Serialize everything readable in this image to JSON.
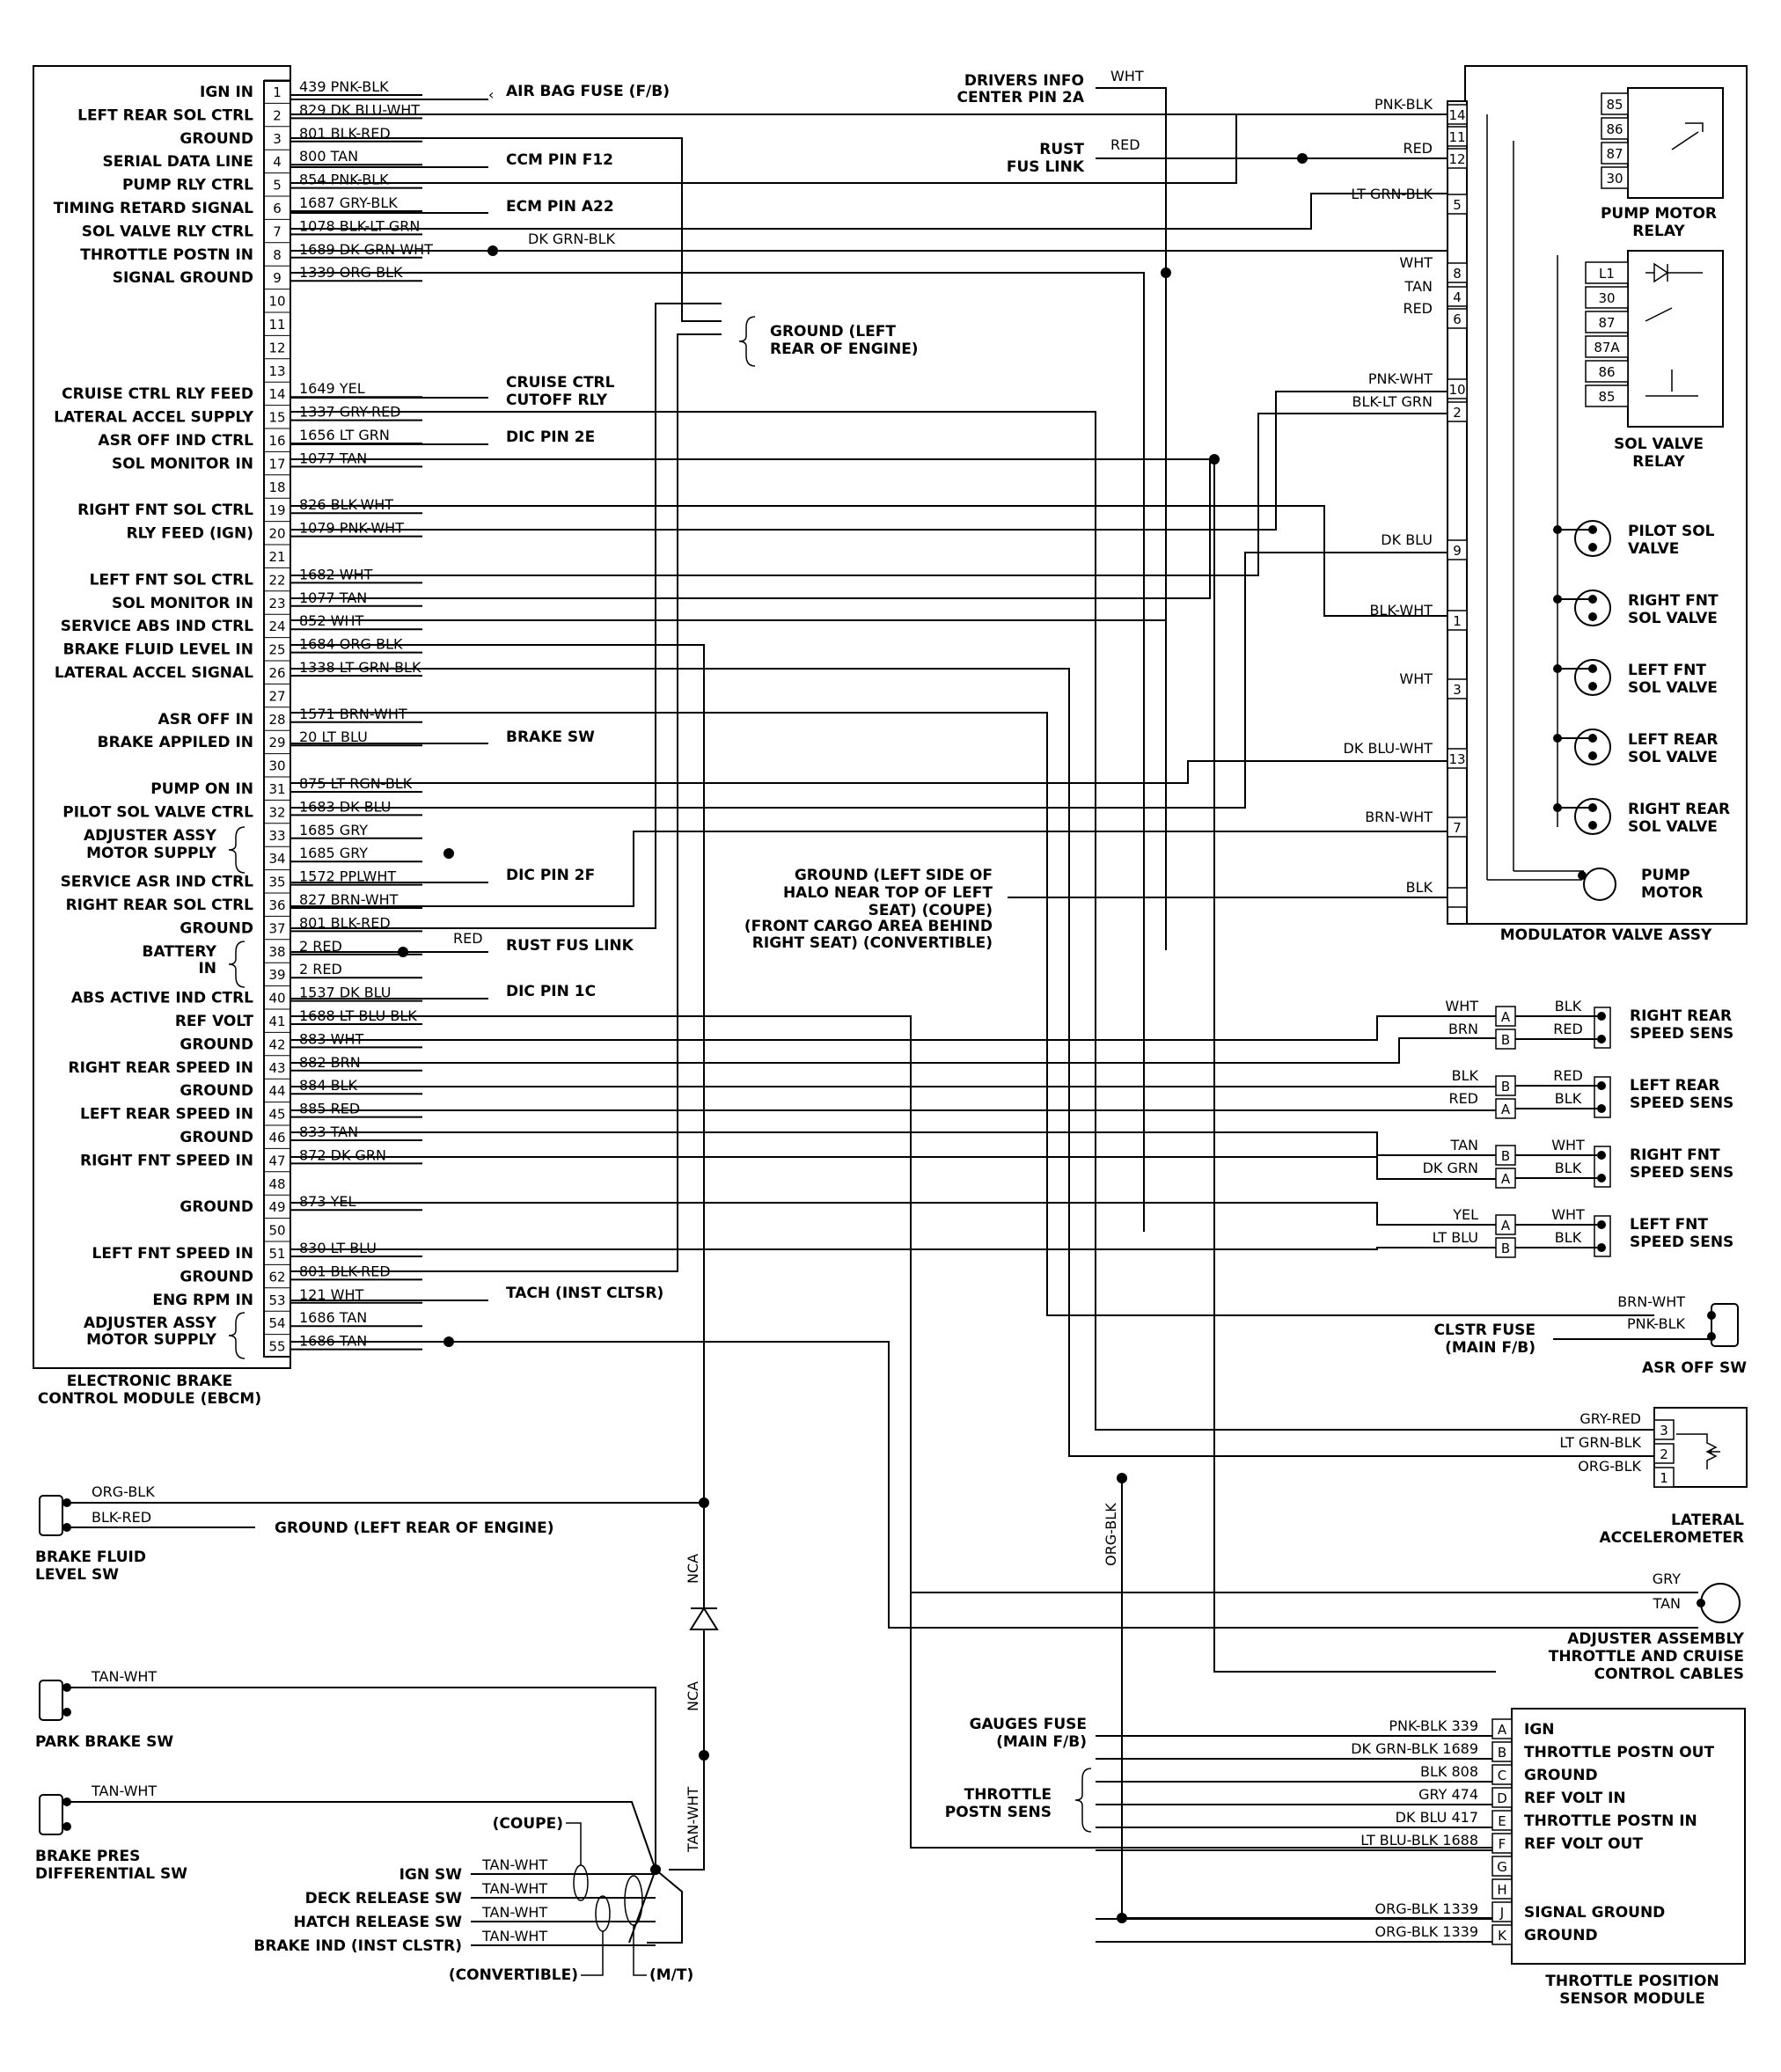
{
  "ebcm": {
    "title_1": "ELECTRONIC BRAKE",
    "title_2": "CONTROL MODULE (EBCM)",
    "rows": [
      {
        "n": "1",
        "label": "IGN IN",
        "wire": "439 PNK-BLK"
      },
      {
        "n": "2",
        "label": "LEFT REAR SOL CTRL",
        "wire": "829 DK BLU-WHT"
      },
      {
        "n": "3",
        "label": "GROUND",
        "wire": "801 BLK-RED"
      },
      {
        "n": "4",
        "label": "SERIAL DATA LINE",
        "wire": "800 TAN"
      },
      {
        "n": "5",
        "label": "PUMP RLY CTRL",
        "wire": "854 PNK-BLK"
      },
      {
        "n": "6",
        "label": "TIMING RETARD SIGNAL",
        "wire": "1687 GRY-BLK"
      },
      {
        "n": "7",
        "label": "SOL VALVE RLY CTRL",
        "wire": "1078 BLK-LT GRN"
      },
      {
        "n": "8",
        "label": "THROTTLE POSTN IN",
        "wire": "1689 DK GRN-WHT"
      },
      {
        "n": "9",
        "label": "SIGNAL GROUND",
        "wire": "1339 ORG-BLK"
      },
      {
        "n": "10",
        "label": "",
        "wire": ""
      },
      {
        "n": "11",
        "label": "",
        "wire": ""
      },
      {
        "n": "12",
        "label": "",
        "wire": ""
      },
      {
        "n": "13",
        "label": "",
        "wire": ""
      },
      {
        "n": "14",
        "label": "CRUISE CTRL RLY FEED",
        "wire": "1649 YEL"
      },
      {
        "n": "15",
        "label": "LATERAL ACCEL SUPPLY",
        "wire": "1337 GRY-RED"
      },
      {
        "n": "16",
        "label": "ASR OFF IND CTRL",
        "wire": "1656 LT GRN"
      },
      {
        "n": "17",
        "label": "SOL MONITOR IN",
        "wire": "1077 TAN"
      },
      {
        "n": "18",
        "label": "",
        "wire": ""
      },
      {
        "n": "19",
        "label": "RIGHT FNT SOL CTRL",
        "wire": "826 BLK-WHT"
      },
      {
        "n": "20",
        "label": "RLY FEED (IGN)",
        "wire": "1079 PNK-WHT"
      },
      {
        "n": "21",
        "label": "",
        "wire": ""
      },
      {
        "n": "22",
        "label": "LEFT FNT SOL CTRL",
        "wire": "1682 WHT"
      },
      {
        "n": "23",
        "label": "SOL MONITOR IN",
        "wire": "1077 TAN"
      },
      {
        "n": "24",
        "label": "SERVICE ABS IND CTRL",
        "wire": "852 WHT"
      },
      {
        "n": "25",
        "label": "BRAKE FLUID LEVEL IN",
        "wire": "1684 ORG-BLK"
      },
      {
        "n": "26",
        "label": "LATERAL ACCEL SIGNAL",
        "wire": "1338 LT GRN-BLK"
      },
      {
        "n": "27",
        "label": "",
        "wire": ""
      },
      {
        "n": "28",
        "label": "ASR OFF IN",
        "wire": "1571 BRN-WHT"
      },
      {
        "n": "29",
        "label": "BRAKE APPILED IN",
        "wire": "20 LT BLU"
      },
      {
        "n": "30",
        "label": "",
        "wire": ""
      },
      {
        "n": "31",
        "label": "PUMP ON IN",
        "wire": "875 LT RGN-BLK"
      },
      {
        "n": "32",
        "label": "PILOT SOL VALVE CTRL",
        "wire": "1683 DK BLU"
      },
      {
        "n": "33",
        "label": "",
        "wire": "1685 GRY"
      },
      {
        "n": "34",
        "label": "",
        "wire": "1685 GRY"
      },
      {
        "n": "35",
        "label": "SERVICE ASR IND CTRL",
        "wire": "1572 PPLWHT"
      },
      {
        "n": "36",
        "label": "RIGHT REAR SOL CTRL",
        "wire": "827 BRN-WHT"
      },
      {
        "n": "37",
        "label": "GROUND",
        "wire": "801 BLK-RED"
      },
      {
        "n": "38",
        "label": "",
        "wire": "2 RED"
      },
      {
        "n": "39",
        "label": "",
        "wire": "2 RED"
      },
      {
        "n": "40",
        "label": "ABS ACTIVE IND CTRL",
        "wire": "1537 DK BLU"
      },
      {
        "n": "41",
        "label": "REF VOLT",
        "wire": "1688 LT BLU-BLK"
      },
      {
        "n": "42",
        "label": "GROUND",
        "wire": "883 WHT"
      },
      {
        "n": "43",
        "label": "RIGHT REAR SPEED IN",
        "wire": "882 BRN"
      },
      {
        "n": "44",
        "label": "GROUND",
        "wire": "884 BLK"
      },
      {
        "n": "45",
        "label": "LEFT REAR SPEED IN",
        "wire": "885 RED"
      },
      {
        "n": "46",
        "label": "GROUND",
        "wire": "833 TAN"
      },
      {
        "n": "47",
        "label": "RIGHT FNT SPEED IN",
        "wire": "872 DK GRN"
      },
      {
        "n": "48",
        "label": "",
        "wire": ""
      },
      {
        "n": "49",
        "label": "GROUND",
        "wire": "873 YEL"
      },
      {
        "n": "50",
        "label": "",
        "wire": ""
      },
      {
        "n": "51",
        "label": "LEFT FNT SPEED IN",
        "wire": "830 LT BLU"
      },
      {
        "n": "62",
        "label": "GROUND",
        "wire": "801 BLK-RED"
      },
      {
        "n": "53",
        "label": "ENG RPM IN",
        "wire": "121 WHT"
      },
      {
        "n": "54",
        "label": "",
        "wire": "1686 TAN"
      },
      {
        "n": "55",
        "label": "",
        "wire": "1686 TAN"
      }
    ],
    "group_adjuster_1": "ADJUSTER ASSY",
    "group_adjuster_2": "MOTOR SUPPLY",
    "group_battery_1": "BATTERY",
    "group_battery_2": "IN",
    "group_adjuster2_1": "ADJUSTER ASSY",
    "group_adjuster2_2": "MOTOR SUPPLY"
  },
  "dests": {
    "air_bag_fuse": "AIR BAG FUSE (F/B)",
    "ccm_pin": "CCM PIN F12",
    "ecm_pin": "ECM PIN A22",
    "dk_grn_blk": "DK GRN-BLK",
    "ground_left_rear_1": "GROUND (LEFT",
    "ground_left_rear_2": "REAR OF ENGINE)",
    "cruise_1": "CRUISE CTRL",
    "cruise_2": "CUTOFF RLY",
    "dic_2e": "DIC PIN 2E",
    "brake_sw": "BRAKE SW",
    "dic_2f": "DIC PIN 2F",
    "rust_fus_link": "RUST FUS LINK",
    "red": "RED",
    "dic_1c": "DIC PIN 1C",
    "tach": "TACH (INST CLTSR)"
  },
  "top_center": {
    "drivers_info_1": "DRIVERS INFO",
    "drivers_info_2": "CENTER PIN 2A",
    "wht": "WHT",
    "rust_1": "RUST",
    "rust_2": "FUS LINK",
    "red": "RED"
  },
  "modulator": {
    "title": "MODULATOR VALVE ASSY",
    "pins": [
      {
        "n": "14",
        "wire": "PNK-BLK"
      },
      {
        "n": "11",
        "wire": ""
      },
      {
        "n": "12",
        "wire": "RED"
      },
      {
        "n": "5",
        "wire": "LT GRN-BLK"
      },
      {
        "n": "8",
        "wire": "WHT"
      },
      {
        "n": "4",
        "wire": "TAN"
      },
      {
        "n": "6",
        "wire": "RED"
      },
      {
        "n": "10",
        "wire": "PNK-WHT"
      },
      {
        "n": "2",
        "wire": "BLK-LT GRN"
      },
      {
        "n": "9",
        "wire": "DK BLU"
      },
      {
        "n": "1",
        "wire": "BLK-WHT"
      },
      {
        "n": "3",
        "wire": "WHT"
      },
      {
        "n": "13",
        "wire": "DK BLU-WHT"
      },
      {
        "n": "7",
        "wire": "BRN-WHT"
      },
      {
        "n": "",
        "wire": "BLK"
      }
    ],
    "pump_relay_pins": [
      "85",
      "86",
      "87",
      "30"
    ],
    "pump_relay_1": "PUMP MOTOR",
    "pump_relay_2": "RELAY",
    "sol_relay_pins": [
      "L1",
      "30",
      "87",
      "87A",
      "86",
      "85"
    ],
    "sol_relay_1": "SOL VALVE",
    "sol_relay_2": "RELAY",
    "solenoids": [
      {
        "l1": "PILOT SOL",
        "l2": "VALVE"
      },
      {
        "l1": "RIGHT FNT",
        "l2": "SOL VALVE"
      },
      {
        "l1": "LEFT FNT",
        "l2": "SOL VALVE"
      },
      {
        "l1": "LEFT REAR",
        "l2": "SOL VALVE"
      },
      {
        "l1": "RIGHT REAR",
        "l2": "SOL VALVE"
      }
    ],
    "pump_1": "PUMP",
    "pump_2": "MOTOR"
  },
  "ground_halo": {
    "l1": "GROUND (LEFT SIDE OF",
    "l2": "HALO NEAR TOP OF LEFT",
    "l3": "SEAT) (COUPE)",
    "l4": "(FRONT CARGO AREA BEHIND",
    "l5": "RIGHT SEAT) (CONVERTIBLE)"
  },
  "speed_sensors": [
    {
      "l1": "RIGHT REAR",
      "l2": "SPEED SENS",
      "pa": "A",
      "pb": "B",
      "wa": "WHT",
      "wb": "BRN",
      "ra": "BLK",
      "rb": "RED"
    },
    {
      "l1": "LEFT REAR",
      "l2": "SPEED SENS",
      "pa": "B",
      "pb": "A",
      "wa": "BLK",
      "wb": "RED",
      "ra": "RED",
      "rb": "BLK"
    },
    {
      "l1": "RIGHT FNT",
      "l2": "SPEED SENS",
      "pa": "B",
      "pb": "A",
      "wa": "TAN",
      "wb": "DK GRN",
      "ra": "WHT",
      "rb": "BLK"
    },
    {
      "l1": "LEFT FNT",
      "l2": "SPEED SENS",
      "pa": "A",
      "pb": "B",
      "wa": "YEL",
      "wb": "LT BLU",
      "ra": "WHT",
      "rb": "BLK"
    }
  ],
  "asr_sw": {
    "w1": "BRN-WHT",
    "w2": "PNK-BLK",
    "fuse_1": "CLSTR FUSE",
    "fuse_2": "(MAIN F/B)",
    "label": "ASR OFF SW"
  },
  "lateral": {
    "w3": "GRY-RED",
    "w2": "LT GRN-BLK",
    "w1": "ORG-BLK",
    "pins": [
      "3",
      "2",
      "1"
    ],
    "l1": "LATERAL",
    "l2": "ACCELEROMETER"
  },
  "org_blk_vertical": "ORG-BLK",
  "adjuster": {
    "w1": "GRY",
    "w2": "TAN",
    "l1": "ADJUSTER ASSEMBLY",
    "l2": "THROTTLE AND CRUISE",
    "l3": "CONTROL CABLES"
  },
  "tps": {
    "pins": [
      {
        "p": "A",
        "wire": "PNK-BLK 339",
        "fn": "IGN"
      },
      {
        "p": "B",
        "wire": "DK GRN-BLK 1689",
        "fn": "THROTTLE POSTN OUT"
      },
      {
        "p": "C",
        "wire": "BLK 808",
        "fn": "GROUND"
      },
      {
        "p": "D",
        "wire": "GRY 474",
        "fn": "REF VOLT IN"
      },
      {
        "p": "E",
        "wire": "DK BLU 417",
        "fn": "THROTTLE POSTN IN"
      },
      {
        "p": "F",
        "wire": "LT BLU-BLK 1688",
        "fn": "REF VOLT OUT"
      },
      {
        "p": "G",
        "wire": "",
        "fn": ""
      },
      {
        "p": "H",
        "wire": "",
        "fn": ""
      },
      {
        "p": "J",
        "wire": "ORG-BLK 1339",
        "fn": "SIGNAL GROUND"
      },
      {
        "p": "K",
        "wire": "ORG-BLK 1339",
        "fn": "GROUND"
      }
    ],
    "gauges_1": "GAUGES FUSE",
    "gauges_2": "(MAIN F/B)",
    "throttle_1": "THROTTLE",
    "throttle_2": "POSTN SENS",
    "title_1": "THROTTLE POSITION",
    "title_2": "SENSOR MODULE"
  },
  "bottom_left": {
    "bfl_w1": "ORG-BLK",
    "bfl_w2": "BLK-RED",
    "bfl_ground": "GROUND (LEFT REAR OF ENGINE)",
    "bfl_1": "BRAKE FLUID",
    "bfl_2": "LEVEL SW",
    "nca_1": "NCA",
    "nca_2": "NCA",
    "tan_wht_v": "TAN-WHT",
    "park_w": "TAN-WHT",
    "park": "PARK BRAKE SW",
    "pres_w": "TAN-WHT",
    "pres_1": "BRAKE PRES",
    "pres_2": "DIFFERENTIAL SW",
    "coupe": "(COUPE)",
    "convertible": "(CONVERTIBLE)",
    "mt": "(M/T)",
    "sw_rows": [
      {
        "label": "IGN SW",
        "wire": "TAN-WHT"
      },
      {
        "label": "DECK RELEASE SW",
        "wire": "TAN-WHT"
      },
      {
        "label": "HATCH RELEASE SW",
        "wire": "TAN-WHT"
      },
      {
        "label": "BRAKE IND (INST CLSTR)",
        "wire": "TAN-WHT"
      }
    ]
  }
}
